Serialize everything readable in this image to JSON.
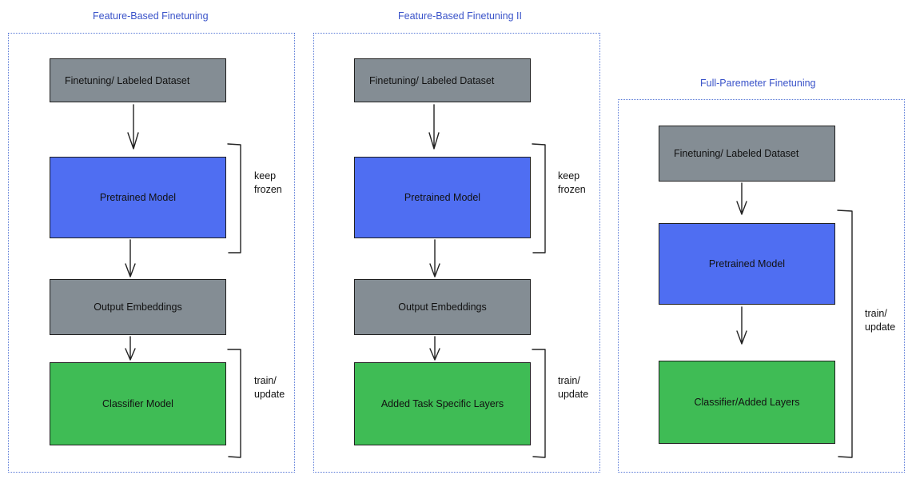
{
  "panels": [
    {
      "title": "Feature-Based Finetuning",
      "boxes": [
        "Finetuning/ Labeled Dataset",
        "Pretrained Model",
        "Output Embeddings",
        "Classifier Model"
      ],
      "notes": [
        "keep\nfrozen",
        "train/\nupdate"
      ]
    },
    {
      "title": "Feature-Based Finetuning II",
      "boxes": [
        "Finetuning/ Labeled Dataset",
        "Pretrained Model",
        "Output Embeddings",
        "Added Task Specific Layers"
      ],
      "notes": [
        "keep\nfrozen",
        "train/\nupdate"
      ]
    },
    {
      "title": "Full-Paremeter Finetuning",
      "boxes": [
        "Finetuning/ Labeled Dataset",
        "Pretrained Model",
        "Classifier/Added Layers"
      ],
      "notes": [
        "train/\nupdate"
      ]
    }
  ],
  "colors": {
    "dataset": "#848d94",
    "pretrained": "#4f6ef2",
    "embeddings": "#848d94",
    "trainable": "#3fbc55",
    "title": "#3a53c9",
    "panel_border": "#5b7bd8"
  }
}
